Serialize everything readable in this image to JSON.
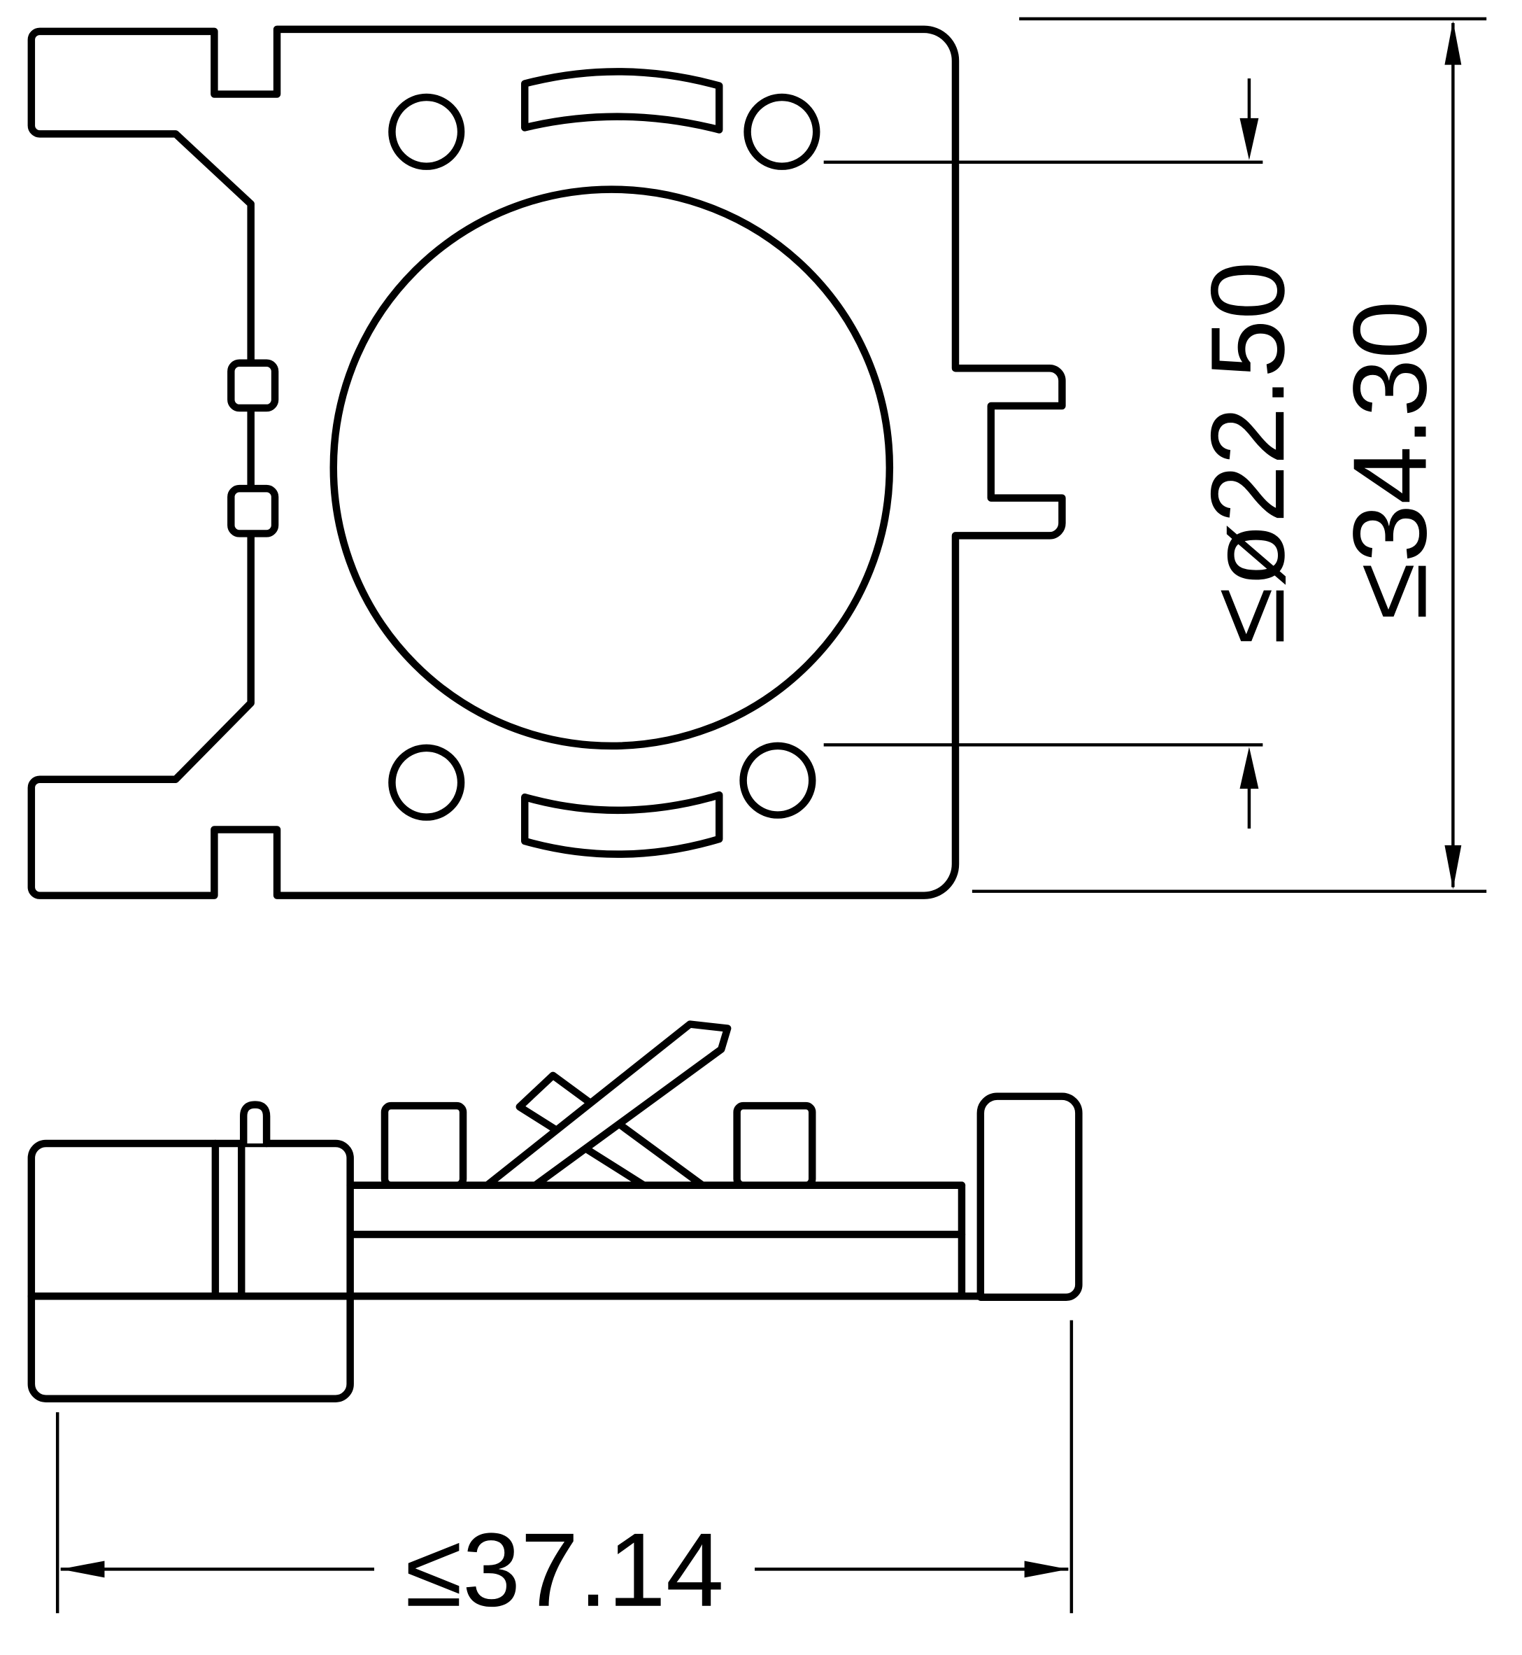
{
  "drawing": {
    "background_color": "#ffffff",
    "line_color": "#000000",
    "dimensions": {
      "diameter_label": "≤ø22.50",
      "height_label": "≤34.30",
      "width_label": "≤37.14"
    }
  }
}
